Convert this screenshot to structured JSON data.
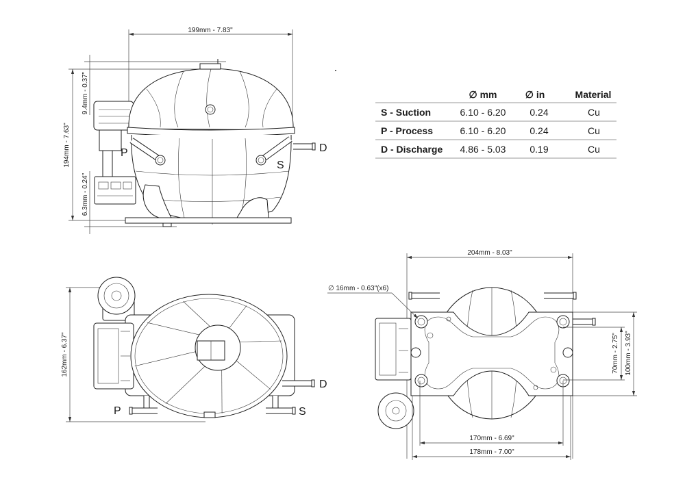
{
  "front_view": {
    "width_dim": "199mm - 7.83\"",
    "top_offset_dim": "9.4mm - 0.37\"",
    "height_dim": "194mm - 7.63\"",
    "base_offset_dim": "6.3mm - 0.24\"",
    "label_process": "P",
    "label_suction": "S",
    "label_discharge": "D"
  },
  "connections_table": {
    "headers": {
      "diameter_mm": "∅ mm",
      "diameter_in": "∅ in",
      "material": "Material"
    },
    "rows": [
      {
        "connection": "S - Suction",
        "mm": "6.10 - 6.20",
        "in": "0.24",
        "material": "Cu"
      },
      {
        "connection": "P - Process",
        "mm": "6.10 - 6.20",
        "in": "0.24",
        "material": "Cu"
      },
      {
        "connection": "D - Discharge",
        "mm": "4.86 - 5.03",
        "in": "0.19",
        "material": "Cu"
      }
    ]
  },
  "top_view": {
    "depth_dim": "162mm - 6.37\"",
    "label_discharge": "D",
    "label_process": "P",
    "label_suction": "S"
  },
  "bottom_view": {
    "width_dim": "204mm - 8.03\"",
    "hole_dim": "∅ 16mm - 0.63\"(x6)",
    "inner_mount_dim": "70mm - 2.75\"",
    "outer_mount_dim": "100mm - 3.93\"",
    "hole_spacing_dim": "170mm - 6.69\"",
    "plate_width_dim": "178mm - 7.00\""
  }
}
